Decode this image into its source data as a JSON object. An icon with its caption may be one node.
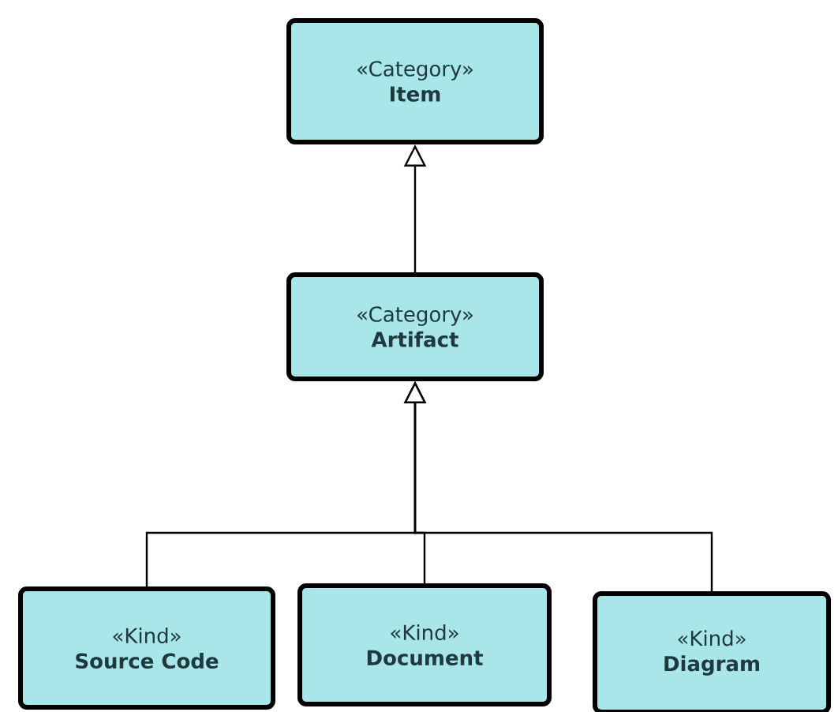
{
  "diagram": {
    "nodes": [
      {
        "text": [
          "«Category»",
          "Item"
        ]
      },
      {
        "text": [
          "«Category»",
          "Artifact"
        ]
      },
      {
        "text": [
          "«Kind»",
          "Source Code"
        ]
      },
      {
        "text": [
          "«Kind»",
          "Document"
        ]
      },
      {
        "text": [
          "«Kind»",
          "Diagram"
        ]
      }
    ],
    "edges": [
      {
        "from": 1,
        "to": 0,
        "arrow": "to"
      },
      {
        "from": 2,
        "to": 1,
        "arrow": "to"
      },
      {
        "from": 3,
        "to": 1,
        "arrow": "to"
      },
      {
        "from": 4,
        "to": 1,
        "arrow": "to"
      }
    ]
  }
}
